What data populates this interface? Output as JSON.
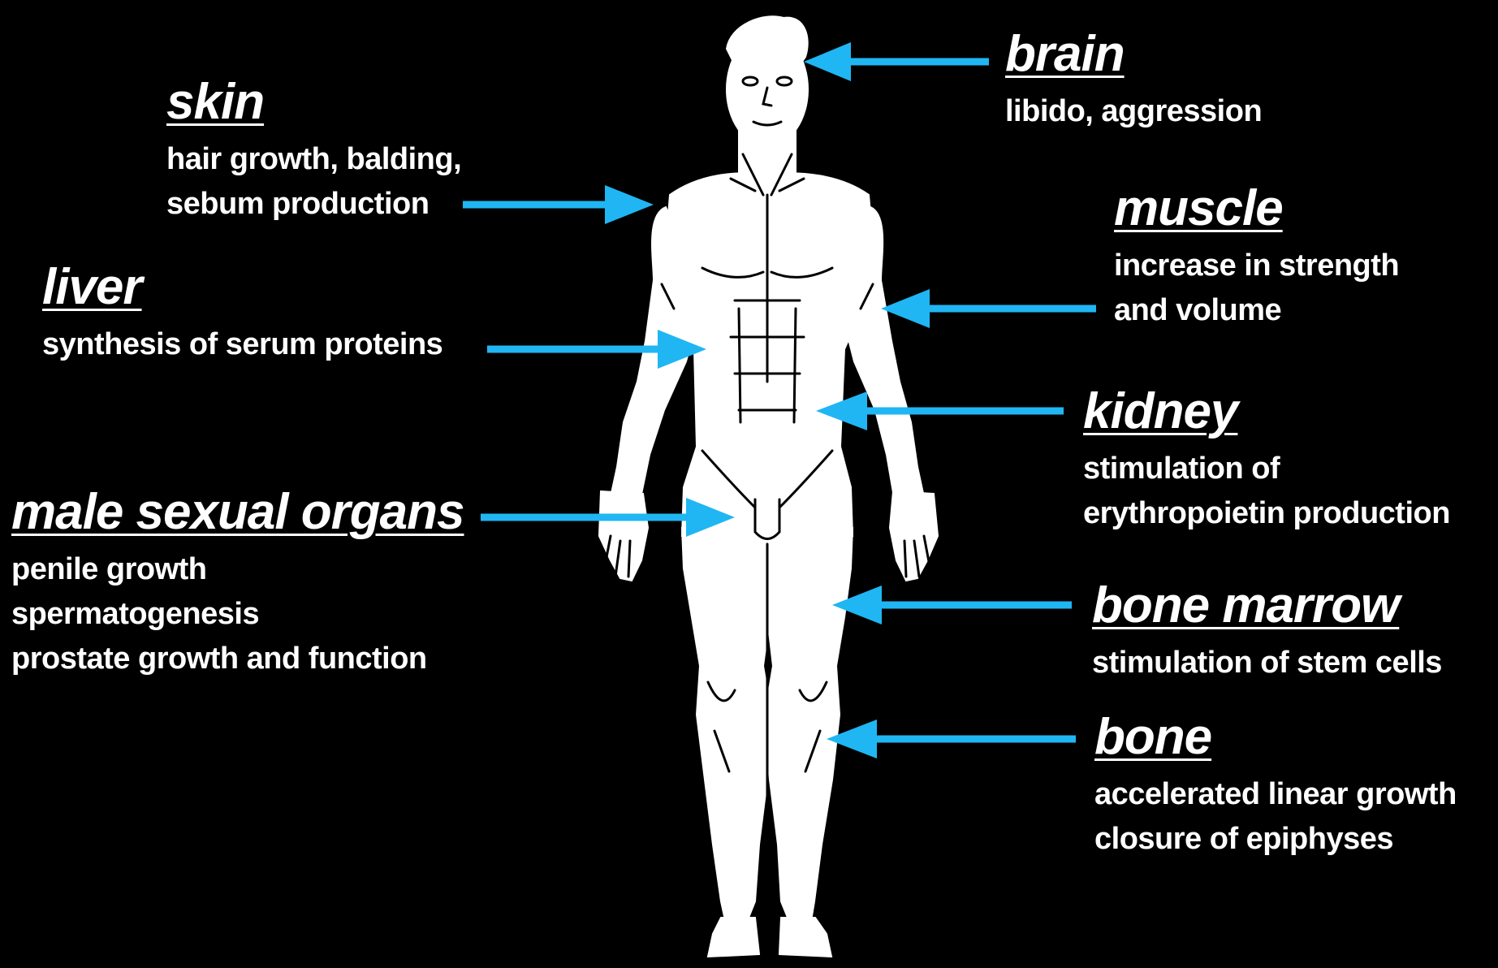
{
  "colors": {
    "background": "#000000",
    "arrow": "#1fb6f3",
    "body": "#ffffff",
    "text": "#ffffff"
  },
  "labels": {
    "skin": {
      "title": "skin",
      "lines": [
        "hair growth, balding,",
        "sebum production"
      ]
    },
    "liver": {
      "title": "liver",
      "lines": [
        "synthesis of serum proteins"
      ]
    },
    "male_sexual_organs": {
      "title": "male sexual organs",
      "lines": [
        "penile growth",
        "spermatogenesis",
        "prostate growth and function"
      ]
    },
    "brain": {
      "title": "brain",
      "lines": [
        "libido, aggression"
      ]
    },
    "muscle": {
      "title": "muscle",
      "lines": [
        "increase in strength",
        "and volume"
      ]
    },
    "kidney": {
      "title": "kidney",
      "lines": [
        "stimulation of",
        "erythropoietin production"
      ]
    },
    "bone_marrow": {
      "title": "bone marrow",
      "lines": [
        "stimulation of stem cells"
      ]
    },
    "bone": {
      "title": "bone",
      "lines": [
        "accelerated linear growth",
        "closure of epiphyses"
      ]
    }
  }
}
